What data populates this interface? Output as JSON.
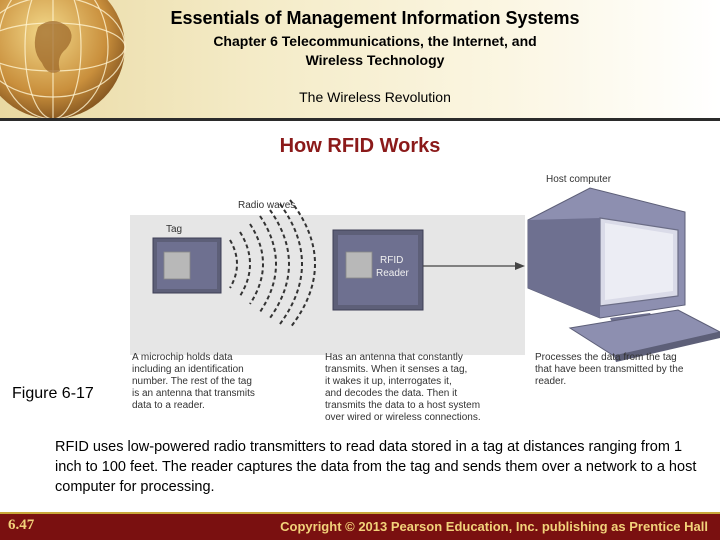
{
  "header": {
    "title": "Essentials of Management Information Systems",
    "subtitle_line1": "Chapter 6 Telecommunications, the Internet, and",
    "subtitle_line2": "Wireless Technology",
    "section": "The Wireless Revolution"
  },
  "slide": {
    "title": "How RFID Works",
    "figure_label": "Figure 6-17"
  },
  "diagram": {
    "tag_label": "Tag",
    "radio_waves_label": "Radio waves",
    "reader_label_line1": "RFID",
    "reader_label_line2": "Reader",
    "host_label": "Host computer",
    "desc_tag": [
      "A microchip holds data",
      "including an identification",
      "number. The rest of the tag",
      "is an antenna that transmits",
      "data to a reader."
    ],
    "desc_reader": [
      "Has an antenna that constantly",
      "transmits. When it senses a tag,",
      "it wakes it up, interrogates it,",
      "and decodes the data. Then it",
      "transmits the data to a host system",
      "over wired or wireless connections."
    ],
    "desc_host": [
      "Processes the data from the tag",
      "that have been transmitted by the",
      "reader."
    ]
  },
  "caption": "RFID uses low-powered radio transmitters to read data stored in a tag at distances ranging from 1 inch to 100 feet. The reader captures the data from the tag and sends them over a network to a host computer for processing.",
  "footer": {
    "page_number": "6.47",
    "copyright": "Copyright © 2013 Pearson Education, Inc. publishing as Prentice Hall"
  },
  "colors": {
    "title_red": "#8b1a1a",
    "footer_bg": "#7a1010",
    "footer_text": "#f2d27a",
    "device_blue": "#6b6d86"
  }
}
